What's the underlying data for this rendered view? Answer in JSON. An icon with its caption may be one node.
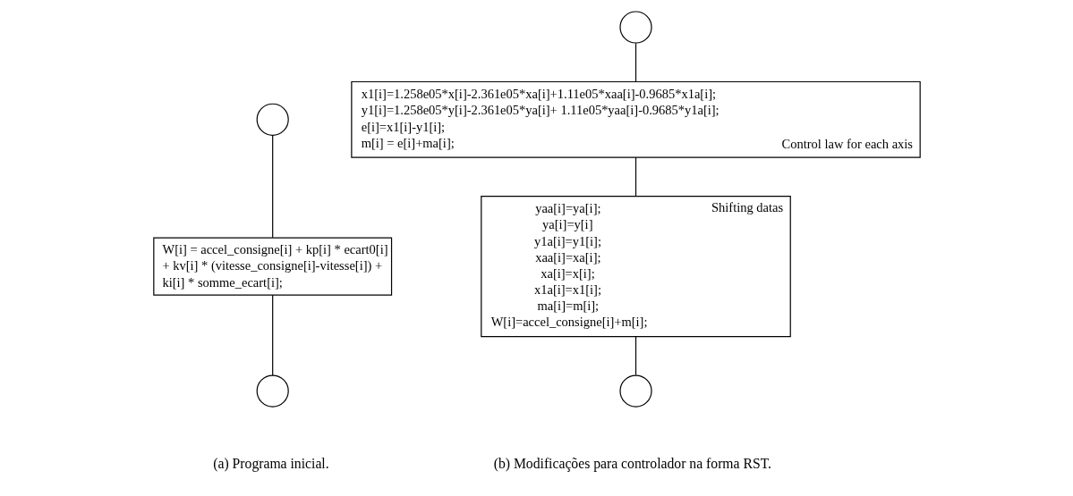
{
  "diagram": {
    "nodes": [
      {
        "text": [],
        "shape": "circle"
      },
      {
        "text": [
          "W[i] = accel_consigne[i] + kp[i] * ecart0[i] + kv[i] * (vitesse_consigne[i]-vitesse[i]) + ki[i] * somme_ecart[i];"
        ]
      },
      {
        "text": [],
        "shape": "circle"
      },
      {
        "text": [],
        "shape": "circle"
      },
      {
        "text": [
          "x1[i]=1.258e05*x[i]-2.361e05*xa[i]+1.11e05*xaa[i]-0.9685*x1a[i];",
          "y1[i]=1.258e05*y[i]-2.361e05*ya[i]+ 1.11e05*yaa[i]-0.9685*y1a[i];",
          "e[i]=x1[i]-y1[i];",
          "m[i] = e[i]+ma[i];",
          "Control law for each axis"
        ]
      },
      {
        "text": [
          "yaa[i]=ya[i];",
          "ya[i]=y[i]",
          "y1a[i]=y1[i];",
          "xaa[i]=xa[i];",
          "xa[i]=x[i];",
          "x1a[i]=x1[i];",
          "ma[i]=m[i];",
          "W[i]=accel_consigne[i]+m[i];",
          "Shifting datas"
        ]
      },
      {
        "text": [],
        "shape": "circle"
      }
    ],
    "edges": [
      {
        "from": 0,
        "to": 1,
        "arrow": "none"
      },
      {
        "from": 1,
        "to": 2,
        "arrow": "none"
      },
      {
        "from": 3,
        "to": 4,
        "arrow": "none"
      },
      {
        "from": 4,
        "to": 5,
        "arrow": "none"
      },
      {
        "from": 5,
        "to": 6,
        "arrow": "none"
      }
    ],
    "labels": [
      "(a) Programa inicial.",
      "(b) Modificações para controlador na forma RST."
    ]
  }
}
